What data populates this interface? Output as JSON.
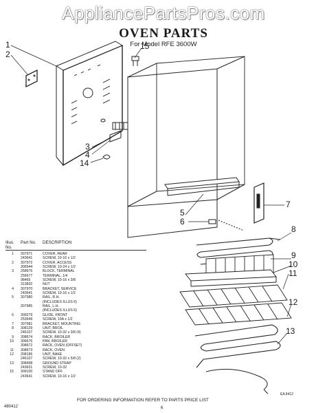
{
  "watermark": "AppliancePartsPros.com",
  "title": "OVEN PARTS",
  "model": "For Model RFE 3600W",
  "callouts": [
    "1",
    "2",
    "15",
    "3",
    "4",
    "14",
    "5",
    "6",
    "7",
    "8",
    "9",
    "10",
    "11",
    "12",
    "13"
  ],
  "parts_header": {
    "illus": "Illus. No.",
    "part": "Part No.",
    "desc": "DESCRIPTION"
  },
  "parts": [
    [
      "1",
      "307971",
      "COVER, REAR"
    ],
    [
      "",
      "243641",
      "SCREW, 10-16 x 1/2"
    ],
    [
      "2",
      "307972",
      "COVER, ACCESS"
    ],
    [
      "",
      "306544",
      "SCREW, 10-24 x 1/2"
    ],
    [
      "3",
      "258676",
      "BLOCK, TERMINAL"
    ],
    [
      "",
      "256677",
      "TERMINAL, 1/4"
    ],
    [
      "",
      "98465",
      "SCREW, 10-16 x 3/8"
    ],
    [
      "",
      "313832",
      "NUT"
    ],
    [
      "4",
      "307970",
      "BRACKET, SERVICE"
    ],
    [
      "",
      "243641",
      "SCREW, 10-16 x 1/2"
    ],
    [
      "5",
      "307980",
      "RAIL, R.H."
    ],
    [
      "",
      "",
      "(INCLUDES ILLUS 6)"
    ],
    [
      "",
      "307985",
      "RAIL, L.H."
    ],
    [
      "",
      "",
      "(INCLUDES ILLUS 6)"
    ],
    [
      "6",
      "309279",
      "GLIDE, FRONT"
    ],
    [
      "",
      "253649",
      "SCREW, 10A x 1/2"
    ],
    [
      "7",
      "307981",
      "BRACKET, MOUNTING"
    ],
    [
      "8",
      "308129",
      "UNIT, BROIL"
    ],
    [
      "",
      "246107",
      "SCREW, 10-32 x 3/8 (4)"
    ],
    [
      "9",
      "308674",
      "RACK, BROILER"
    ],
    [
      "10",
      "306676",
      "PAN, BROILER"
    ],
    [
      "",
      "308672",
      "RACK, OVEN (OFFSET)"
    ],
    [
      "11",
      "308673",
      "RACK, OVEN"
    ],
    [
      "12",
      "308186",
      "UNIT, BAKE"
    ],
    [
      "",
      "246107",
      "SCREW, 10-32 x 5/8 (2)"
    ],
    [
      "13",
      "308498",
      "GROUND STRAP"
    ],
    [
      "",
      "243631",
      "SCREW, 10-32"
    ],
    [
      "15",
      "309100",
      "STAND OFF"
    ],
    [
      "",
      "243641",
      "SCREW, 10-16 x 1/2"
    ]
  ],
  "code": "EA 8412",
  "footer": "FOR ORDERING INFORMATION REFER TO PARTS PRICE LIST",
  "page_number": "6",
  "doc_number": "480412"
}
